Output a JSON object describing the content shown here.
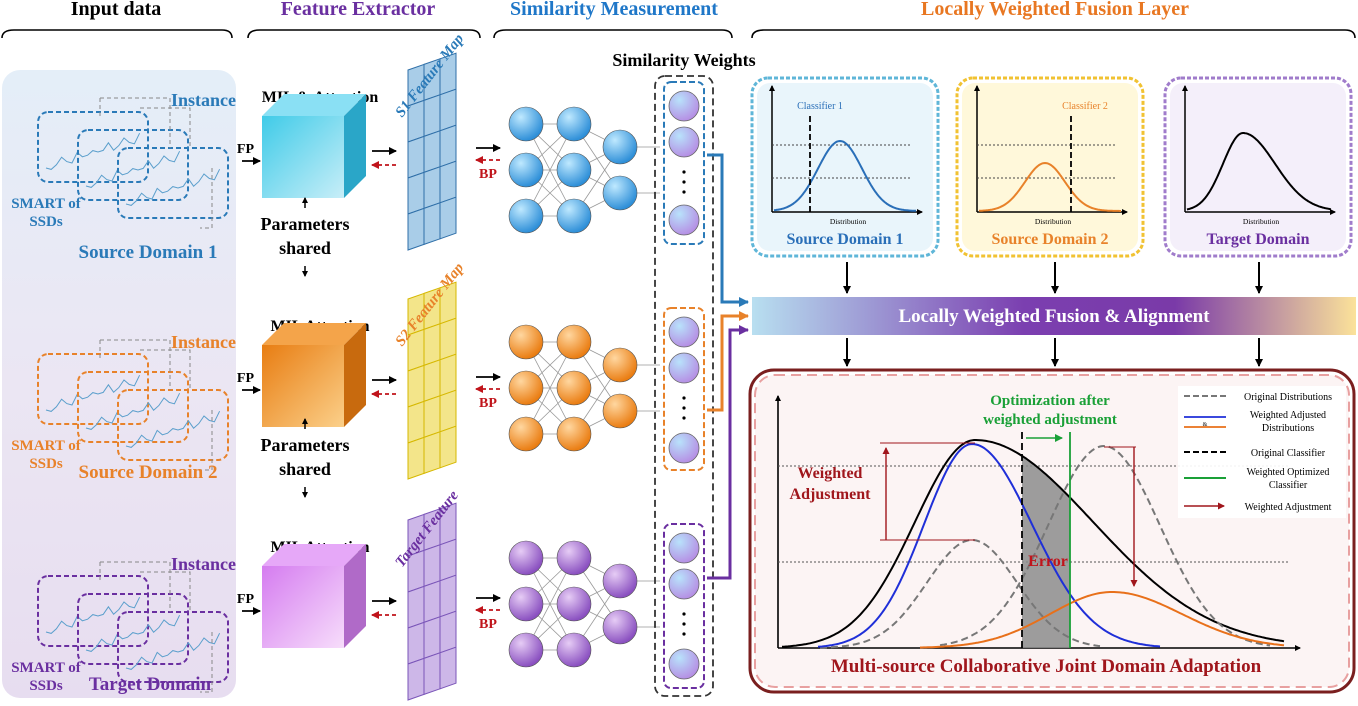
{
  "sections": {
    "input": {
      "title": "Input data",
      "color": "#000000"
    },
    "extractor": {
      "title": "Feature Extractor",
      "color": "#6a2fa0"
    },
    "similarity": {
      "title": "Similarity Measurement",
      "color": "#1f77c8"
    },
    "fusion": {
      "title": "Locally Weighted Fusion Layer",
      "color": "#e87722"
    }
  },
  "domains": [
    {
      "instance": "Instance",
      "smart1": "SMART of",
      "smart2": "SSDs",
      "name": "Source Domain 1",
      "color": "#2a7ab8",
      "mil": "MIL & Attention",
      "fmap": "S1 Feature Map",
      "fp": "FP",
      "bp": "BP"
    },
    {
      "instance": "Instance",
      "smart1": "SMART of",
      "smart2": "SSDs",
      "name": "Source Domain 2",
      "color": "#e8822a",
      "mil": "MIL Attention",
      "fmap": "S2 Feature Map",
      "fp": "FP",
      "bp": "BP"
    },
    {
      "instance": "Instance",
      "smart1": "SMART of",
      "smart2": "SSDs",
      "name": "Target Domain",
      "color": "#6a2fa0",
      "mil": "MIL Attention",
      "fmap": "Target Feature",
      "fp": "FP",
      "bp": "BP"
    }
  ],
  "shared": {
    "line1": "Parameters",
    "line2": "shared"
  },
  "similarity_weights": "Similarity Weights",
  "dist_panels": [
    {
      "classifier": "Classifier 1",
      "axis": "Distribution",
      "label": "Source Domain 1",
      "color": "#2a6fb8"
    },
    {
      "classifier": "Classifier 2",
      "axis": "Distribution",
      "label": "Source Domain 2",
      "color": "#e8822a"
    },
    {
      "classifier": "",
      "axis": "Distribution",
      "label": "Target Domain",
      "color": "#6a2fa0"
    }
  ],
  "fusion_bar": "Locally Weighted Fusion & Alignment",
  "bottom": {
    "optimization_line1": "Optimization after",
    "optimization_line2": "weighted adjustment",
    "weighted1": "Weighted",
    "weighted2": "Adjustment",
    "error": "Error",
    "title": "Multi-source Collaborative Joint Domain Adaptation",
    "legend": [
      {
        "label": "Original Distributions",
        "style": "gray-dash"
      },
      {
        "label": "Weighted Adjusted Distributions",
        "amp": "&",
        "style": "blue-orange"
      },
      {
        "label": "Original Classifier",
        "style": "black-dash"
      },
      {
        "label": "Weighted Optimized Classifier",
        "style": "green"
      },
      {
        "label": "Weighted Adjustment",
        "style": "red-arrow"
      }
    ]
  }
}
